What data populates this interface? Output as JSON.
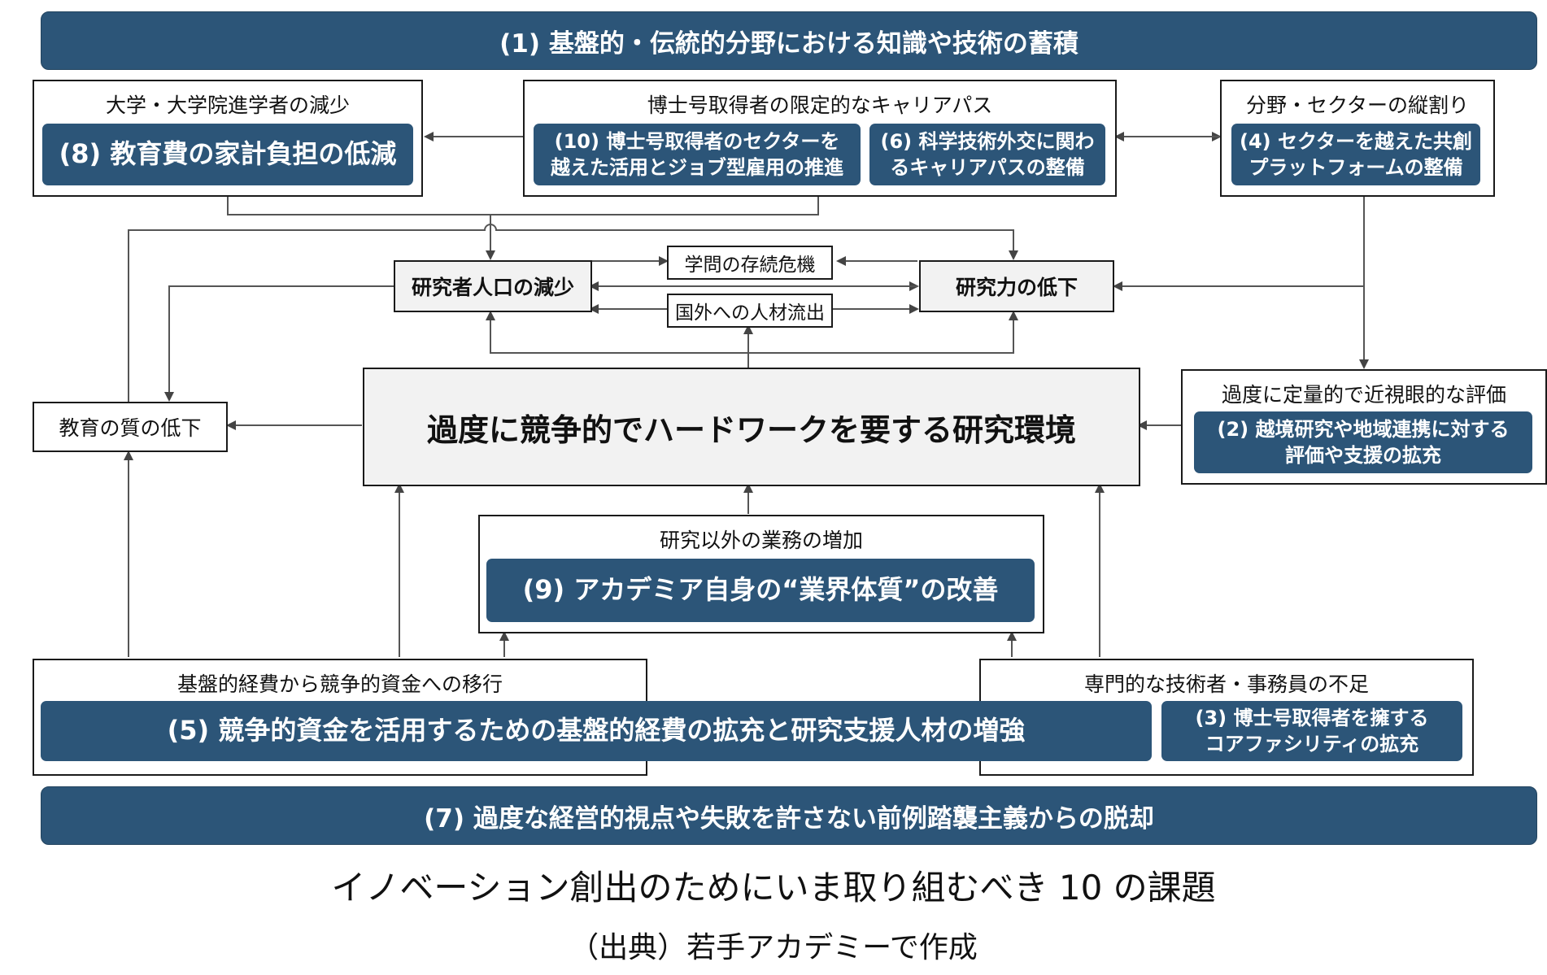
{
  "top_banner": "(1) 基盤的・伝統的分野における知識や技術の蓄積",
  "bottom_banner": "(7) 過度な経営的視点や失敗を許さない前例踏襲主義からの脱却",
  "box_univ": {
    "label": "大学・大学院進学者の減少",
    "item": "(8) 教育費の家計負担の低減"
  },
  "box_phd": {
    "label": "博士号取得者の限定的なキャリアパス",
    "item_a": {
      "line1": "(10) 博士号取得者のセクターを",
      "line2": "越えた活用とジョブ型雇用の推進"
    },
    "item_b": {
      "line1": "(6) 科学技術外交に関わ",
      "line2": "るキャリアパスの整備"
    }
  },
  "box_sector": {
    "label": "分野・セクターの縦割り",
    "item": {
      "line1": "(4) セクターを越えた共創",
      "line2": "プラットフォームの整備"
    }
  },
  "box_eval": {
    "label": "過度に定量的で近視眼的な評価",
    "item": {
      "line1": "(2) 越境研究や地域連携に対する",
      "line2": "評価や支援の拡充"
    }
  },
  "node_pop": "研究者人口の減少",
  "node_power": "研究力の低下",
  "node_crisis": "学問の存続危機",
  "node_outflow": "国外への人材流出",
  "node_edu": "教育の質の低下",
  "node_env": "過度に競争的でハードワークを要する研究環境",
  "box_work": {
    "label": "研究以外の業務の増加",
    "item": "(9) アカデミア自身の“業界体質”の改善"
  },
  "box_funding": {
    "label": "基盤的経費から競争的資金への移行",
    "item": "(5) 競争的資金を活用するための基盤的経費の拡充と研究支援人材の増強"
  },
  "box_staff": {
    "label": "専門的な技術者・事務員の不足",
    "item": {
      "line1": "(3) 博士号取得者を擁する",
      "line2": "コアファシリティの拡充"
    }
  },
  "caption": {
    "title": "イノベーション創出のためにいま取り組むべき 10 の課題",
    "source": "（出典）若手アカデミーで作成"
  }
}
